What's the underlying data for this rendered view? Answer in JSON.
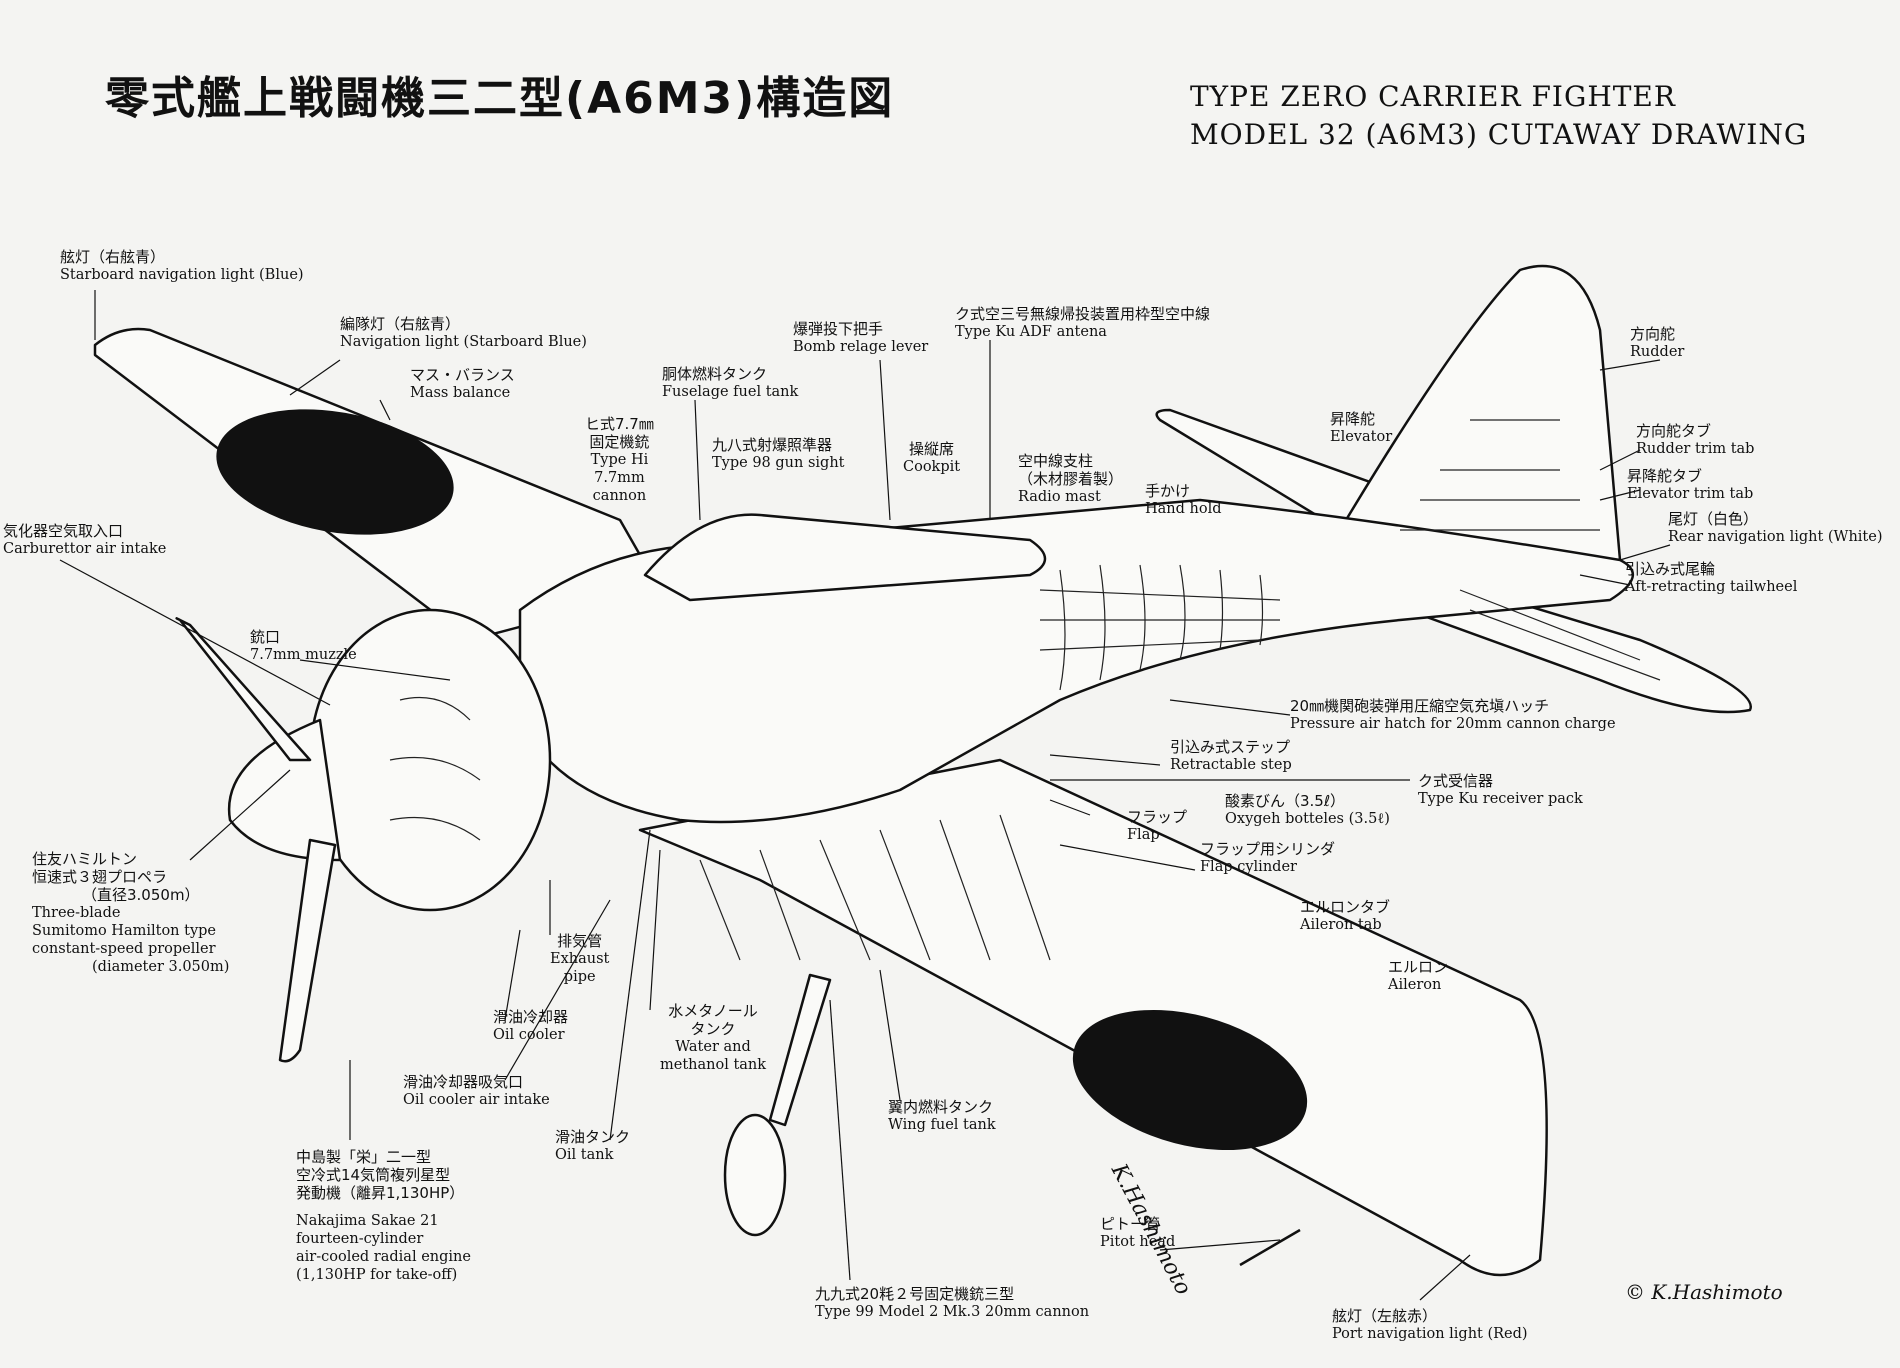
{
  "title": {
    "jp": "零式艦上戦闘機三二型(A6M3)構造図",
    "en_line1": "TYPE ZERO CARRIER FIGHTER",
    "en_line2": "MODEL 32 (A6M3) CUTAWAY DRAWING"
  },
  "labels": {
    "stbd_nav": {
      "jp": "舷灯（右舷青）",
      "en": "Starboard navigation light (Blue)"
    },
    "nav_light": {
      "jp": "編隊灯（右舷青）",
      "en": "Navigation light (Starboard Blue)"
    },
    "mass_balance": {
      "jp": "マス・バランス",
      "en": "Mass balance"
    },
    "fuselage_tank": {
      "jp": "胴体燃料タンク",
      "en": "Fuselage fuel tank"
    },
    "bomb_lever": {
      "jp": "爆弾投下把手",
      "en": "Bomb relage lever"
    },
    "adf": {
      "jp": "ク式空三号無線帰投装置用枠型空中線",
      "en": "Type Ku ADF antena"
    },
    "hi_cannon": {
      "jp1": "ヒ式7.7㎜",
      "jp2": "固定機銃",
      "en1": "Type Hi",
      "en2": "7.7mm",
      "en3": "cannon"
    },
    "gun_sight": {
      "jp": "九八式射爆照準器",
      "en": "Type 98 gun sight"
    },
    "cockpit": {
      "jp": "操縦席",
      "en": "Cookpit"
    },
    "radio_mast": {
      "jp1": "空中線支柱",
      "jp2": "（木材膠着製）",
      "en": "Radio mast"
    },
    "hand_hold": {
      "jp": "手かけ",
      "en": "Hand hold"
    },
    "elevator": {
      "jp": "昇降舵",
      "en": "Elevator"
    },
    "rudder": {
      "jp": "方向舵",
      "en": "Rudder"
    },
    "rudder_tab": {
      "jp": "方向舵タブ",
      "en": "Rudder trim tab"
    },
    "elevator_tab": {
      "jp": "昇降舵タブ",
      "en": "Elevator trim tab"
    },
    "rear_nav": {
      "jp": "尾灯（白色）",
      "en": "Rear navigation light (White)"
    },
    "tailwheel": {
      "jp": "引込み式尾輪",
      "en": "Aft-retracting tailwheel"
    },
    "carb": {
      "jp": "気化器空気取入口",
      "en": "Carburettor air intake"
    },
    "muzzle": {
      "jp": "銃口",
      "en": "7.7mm muzzle"
    },
    "pressure_hatch": {
      "jp": "20㎜機関砲装弾用圧縮空気充塡ハッチ",
      "en": "Pressure air hatch for 20mm cannon charge"
    },
    "step": {
      "jp": "引込み式ステップ",
      "en": "Retractable step"
    },
    "receiver": {
      "jp": "ク式受信器",
      "en": "Type Ku receiver pack"
    },
    "oxygen": {
      "jp": "酸素びん（3.5ℓ）",
      "en": "Oxygeh botteles (3.5ℓ)"
    },
    "flap": {
      "jp": "フラップ",
      "en": "Flap"
    },
    "flap_cyl": {
      "jp": "フラップ用シリンダ",
      "en": "Flap cylinder"
    },
    "aileron_tab": {
      "jp": "エルロンタブ",
      "en": "Aileron tab"
    },
    "aileron": {
      "jp": "エルロン",
      "en": "Aileron"
    },
    "propeller": {
      "jp1": "住友ハミルトン",
      "jp2": "恒速式３翅プロペラ",
      "jp3": "（直径3.050m）",
      "en1": "Three-blade",
      "en2": "Sumitomo Hamilton type",
      "en3": "constant-speed propeller",
      "en4": "(diameter 3.050m)"
    },
    "exhaust": {
      "jp": "排気管",
      "en1": "Exhaust",
      "en2": "pipe"
    },
    "oil_cooler": {
      "jp": "滑油冷却器",
      "en": "Oil cooler"
    },
    "water_tank": {
      "jp1": "水メタノール",
      "jp2": "タンク",
      "en1": "Water and",
      "en2": "methanol tank"
    },
    "oil_cooler_intake": {
      "jp": "滑油冷却器吸気口",
      "en": "Oil cooler air intake"
    },
    "wing_tank": {
      "jp": "翼内燃料タンク",
      "en": "Wing fuel tank"
    },
    "engine": {
      "jp1": "中島製「栄」二一型",
      "jp2": "空冷式14気筒複列星型",
      "jp3": "発動機（離昇1,130HP）",
      "en1": "Nakajima Sakae 21",
      "en2": "fourteen-cylinder",
      "en3": "air-cooled radial engine",
      "en4": "(1,130HP for take-off)"
    },
    "oil_tank": {
      "jp": "滑油タンク",
      "en": "Oil tank"
    },
    "pitot": {
      "jp": "ピトー管",
      "en": "Pitot head"
    },
    "cannon20": {
      "jp": "九九式20粍２号固定機銃三型",
      "en": "Type 99 Model 2 Mk.3 20mm cannon"
    },
    "port_nav": {
      "jp": "舷灯（左舷赤）",
      "en": "Port navigation light (Red)"
    }
  },
  "signature": "© K.Hashimoto",
  "signature_wing": "K.Hashimoto"
}
